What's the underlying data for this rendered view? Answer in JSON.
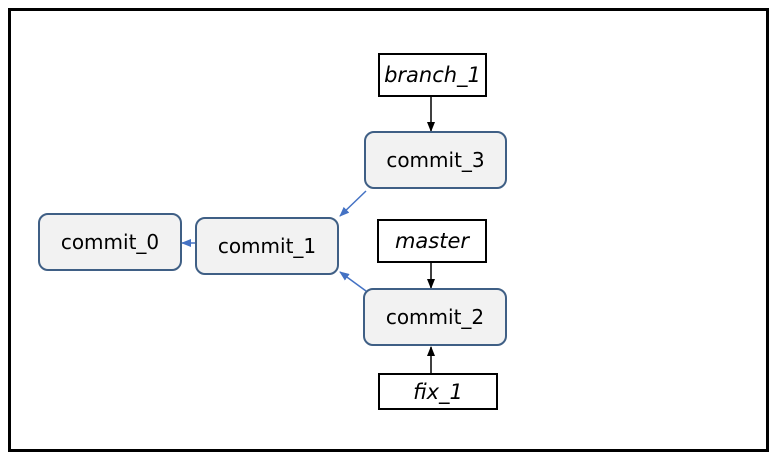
{
  "diagram": {
    "commits": {
      "commit_0": "commit_0",
      "commit_1": "commit_1",
      "commit_2": "commit_2",
      "commit_3": "commit_3"
    },
    "refs": {
      "branch_1": "branch_1",
      "master": "master",
      "fix_1": "fix_1"
    },
    "edges": [
      {
        "from": "commit_1",
        "to": "commit_0",
        "color": "#4472c4"
      },
      {
        "from": "commit_3",
        "to": "commit_1",
        "color": "#4472c4"
      },
      {
        "from": "commit_2",
        "to": "commit_1",
        "color": "#4472c4"
      },
      {
        "from": "branch_1",
        "to": "commit_3",
        "color": "#000000"
      },
      {
        "from": "master",
        "to": "commit_2",
        "color": "#000000"
      },
      {
        "from": "fix_1",
        "to": "commit_2",
        "color": "#000000"
      }
    ]
  }
}
